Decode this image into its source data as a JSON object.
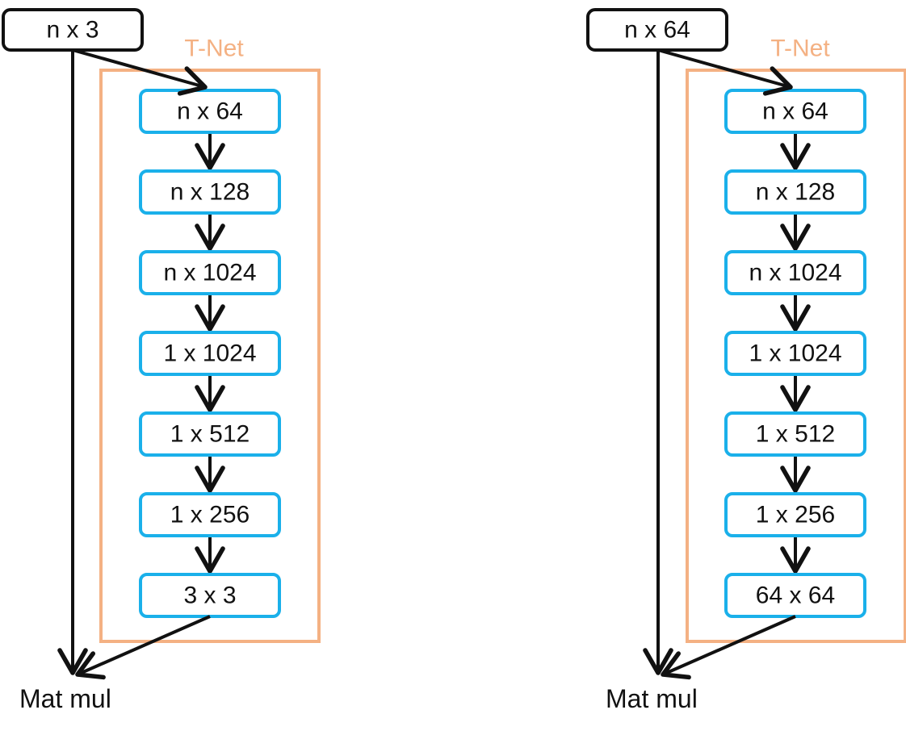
{
  "colors": {
    "input_border": "#111111",
    "layer_border": "#1ab0ea",
    "tnet_border": "#f4b183",
    "tnet_label": "#f4b183",
    "arrow": "#111111",
    "text": "#111111"
  },
  "diagrams": [
    {
      "input": "n x 3",
      "tnet_label": "T-Net",
      "layers": [
        "n x 64",
        "n x 128",
        "n x 1024",
        "1 x 1024",
        "1 x 512",
        "1 x 256",
        "3 x 3"
      ],
      "output": "Mat mul"
    },
    {
      "input": "n x 64",
      "tnet_label": "T-Net",
      "layers": [
        "n x 64",
        "n x 128",
        "n x 1024",
        "1 x 1024",
        "1 x 512",
        "1 x 256",
        "64 x 64"
      ],
      "output": "Mat mul"
    }
  ]
}
